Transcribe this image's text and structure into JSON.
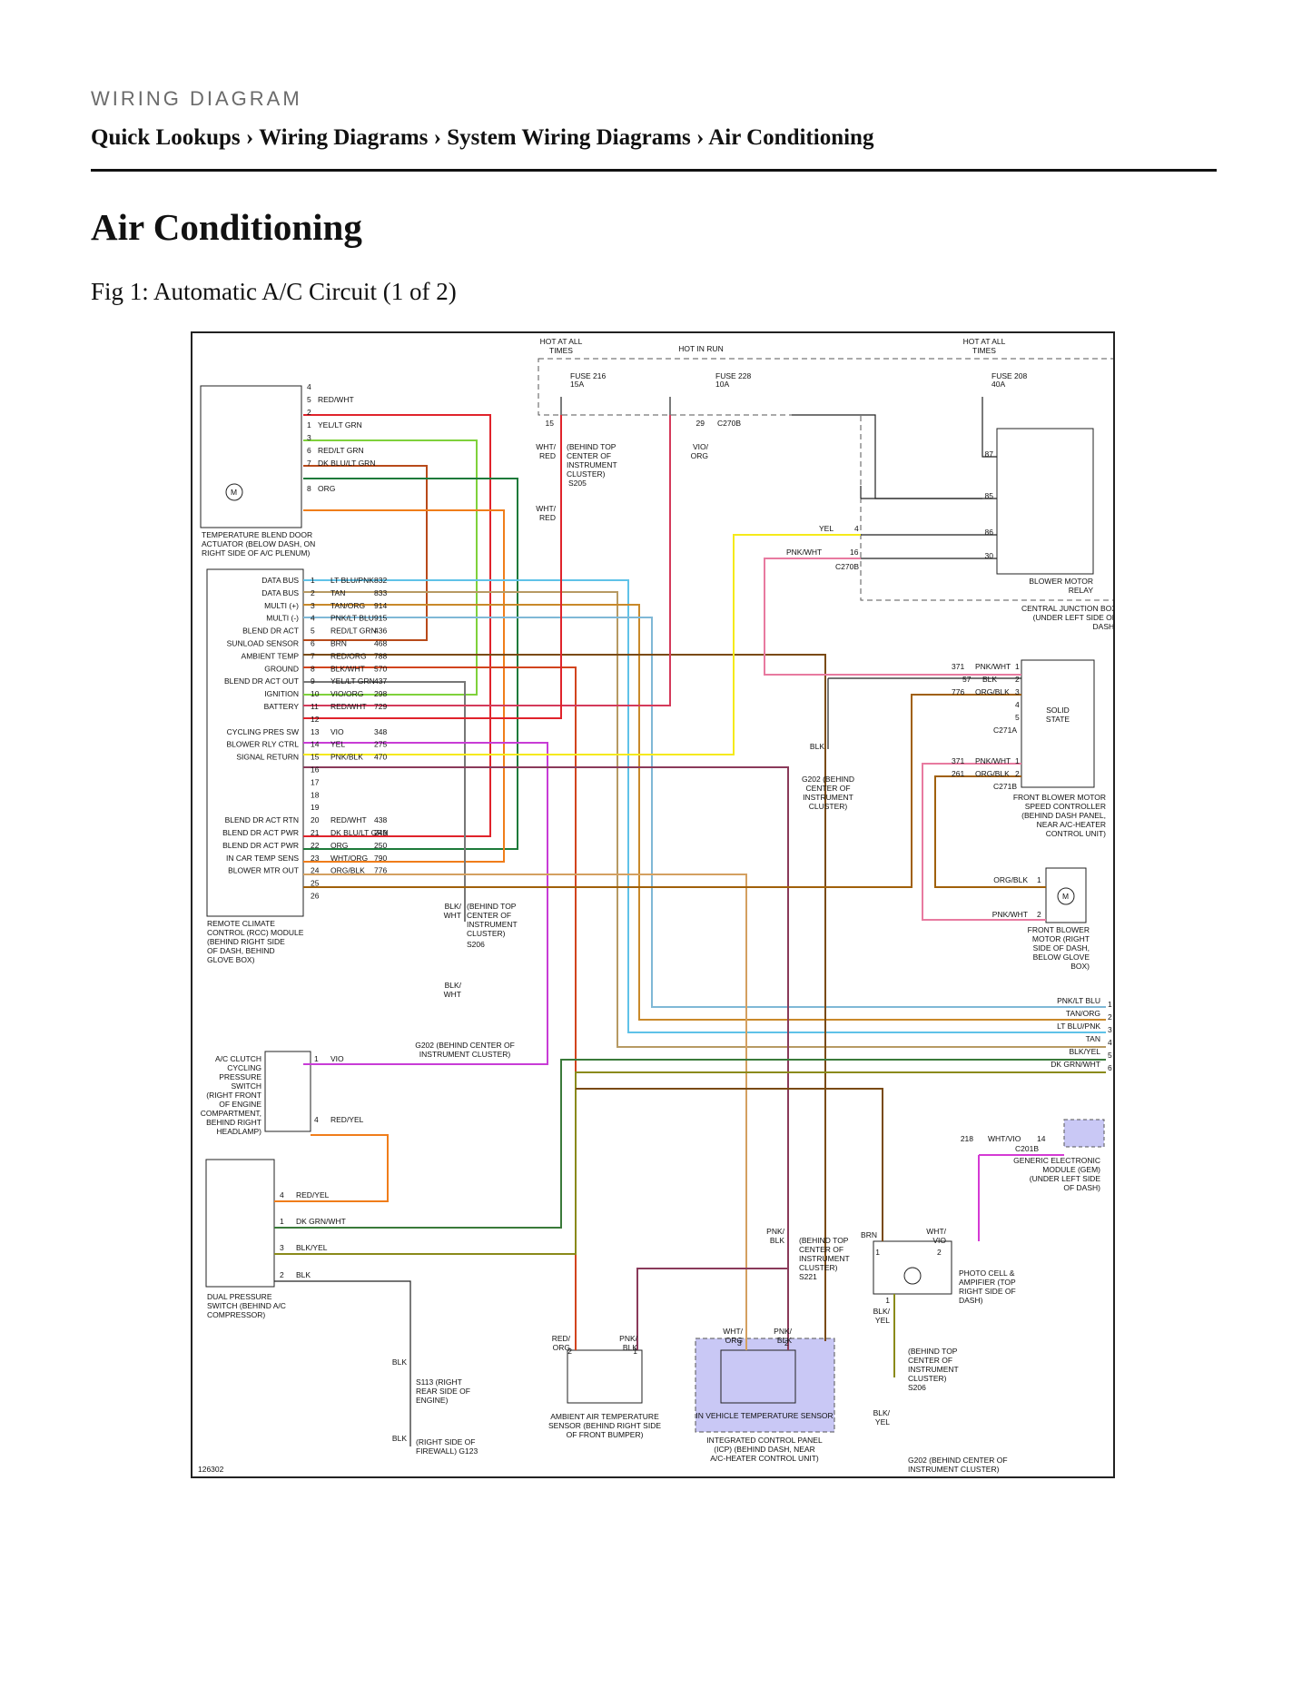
{
  "header": {
    "kicker": "WIRING DIAGRAM",
    "breadcrumb": [
      "Quick Lookups",
      "Wiring Diagrams",
      "System Wiring Diagrams",
      "Air Conditioning"
    ],
    "separator": "›"
  },
  "page_title": "Air Conditioning",
  "figure_caption": "Fig 1: Automatic A/C Circuit (1 of 2)",
  "diagram": {
    "figure_id": "126302",
    "power": {
      "hot_at_all_times_1": "HOT AT ALL TIMES",
      "hot_in_run": "HOT IN RUN",
      "hot_at_all_times_2": "HOT AT ALL TIMES",
      "fuse_216": "FUSE 216",
      "fuse_216_amp": "15A",
      "fuse_228": "FUSE 228",
      "fuse_228_amp": "10A",
      "fuse_208": "FUSE 208",
      "fuse_208_amp": "40A",
      "pin_15": "15",
      "pin_29": "29",
      "c270b": "C270B",
      "wht_red": "WHT/ RED",
      "behind_top_center": "(BEHIND TOP CENTER OF INSTRUMENT CLUSTER)",
      "s205": "S205",
      "vio_org": "VIO/ ORG",
      "wht_red2": "WHT/ RED"
    },
    "temp_actuator": {
      "label": "TEMPERATURE BLEND DOOR ACTUATOR (BELOW DASH, ON RIGHT SIDE OF A/C PLENUM)",
      "pins": [
        {
          "pin": "4",
          "wire": ""
        },
        {
          "pin": "5",
          "wire": "RED/WHT"
        },
        {
          "pin": "2",
          "wire": ""
        },
        {
          "pin": "1",
          "wire": "YEL/LT GRN"
        },
        {
          "pin": "3",
          "wire": ""
        },
        {
          "pin": "6",
          "wire": "RED/LT GRN"
        },
        {
          "pin": "7",
          "wire": "DK BLU/LT GRN"
        },
        {
          "pin": "8",
          "wire": "ORG"
        }
      ]
    },
    "rcc_module": {
      "label": "REMOTE CLIMATE CONTROL (RCC) MODULE (BEHIND RIGHT SIDE OF DASH, BEHIND GLOVE BOX)",
      "pins": [
        {
          "name": "DATA BUS",
          "pin": "1",
          "wire": "LT BLU/PNK",
          "circuit": "832"
        },
        {
          "name": "DATA BUS",
          "pin": "2",
          "wire": "TAN",
          "circuit": "833"
        },
        {
          "name": "MULTI (+)",
          "pin": "3",
          "wire": "TAN/ORG",
          "circuit": "914"
        },
        {
          "name": "MULTI (-)",
          "pin": "4",
          "wire": "PNK/LT BLU",
          "circuit": "915"
        },
        {
          "name": "BLEND DR ACT",
          "pin": "5",
          "wire": "RED/LT GRN",
          "circuit": "436"
        },
        {
          "name": "SUNLOAD SENSOR",
          "pin": "6",
          "wire": "BRN",
          "circuit": "468"
        },
        {
          "name": "AMBIENT TEMP",
          "pin": "7",
          "wire": "RED/ORG",
          "circuit": "788"
        },
        {
          "name": "GROUND",
          "pin": "8",
          "wire": "BLK/WHT",
          "circuit": "570"
        },
        {
          "name": "BLEND DR ACT OUT",
          "pin": "9",
          "wire": "YEL/LT GRN",
          "circuit": "437"
        },
        {
          "name": "IGNITION",
          "pin": "10",
          "wire": "VIO/ORG",
          "circuit": "298"
        },
        {
          "name": "BATTERY",
          "pin": "11",
          "wire": "RED/WHT",
          "circuit": "729"
        },
        {
          "name": "",
          "pin": "12",
          "wire": "",
          "circuit": ""
        },
        {
          "name": "CYCLING PRES SW",
          "pin": "13",
          "wire": "VIO",
          "circuit": "348"
        },
        {
          "name": "BLOWER RLY CTRL",
          "pin": "14",
          "wire": "YEL",
          "circuit": "275"
        },
        {
          "name": "SIGNAL RETURN",
          "pin": "15",
          "wire": "PNK/BLK",
          "circuit": "470"
        },
        {
          "name": "",
          "pin": "16",
          "wire": "",
          "circuit": ""
        },
        {
          "name": "",
          "pin": "17",
          "wire": "",
          "circuit": ""
        },
        {
          "name": "",
          "pin": "18",
          "wire": "",
          "circuit": ""
        },
        {
          "name": "",
          "pin": "19",
          "wire": "",
          "circuit": ""
        },
        {
          "name": "BLEND DR ACT RTN",
          "pin": "20",
          "wire": "RED/WHT",
          "circuit": "438"
        },
        {
          "name": "BLEND DR ACT PWR",
          "pin": "21",
          "wire": "DK BLU/LT GRN",
          "circuit": "249"
        },
        {
          "name": "BLEND DR ACT PWR",
          "pin": "22",
          "wire": "ORG",
          "circuit": "250"
        },
        {
          "name": "IN CAR TEMP SENS",
          "pin": "23",
          "wire": "WHT/ORG",
          "circuit": "790"
        },
        {
          "name": "BLOWER MTR OUT",
          "pin": "24",
          "wire": "ORG/BLK",
          "circuit": "776"
        },
        {
          "name": "",
          "pin": "25",
          "wire": "",
          "circuit": ""
        },
        {
          "name": "",
          "pin": "26",
          "wire": "",
          "circuit": ""
        }
      ]
    },
    "blower_relay": {
      "label": "BLOWER MOTOR RELAY",
      "cjb_label": "CENTRAL JUNCTION BOX (UNDER LEFT SIDE OF DASH)",
      "pins": [
        "87",
        "85",
        "86",
        "30"
      ],
      "yel": "YEL",
      "yel_pin": "4",
      "pnk_wht": "PNK/WHT",
      "pnk_wht_pin": "16",
      "c270b": "C270B"
    },
    "solid_state": {
      "label": "SOLID STATE",
      "c271a": "C271A",
      "c271b": "C271B",
      "speed_label": "FRONT BLOWER MOTOR SPEED CONTROLLER (BEHIND DASH PANEL, NEAR A/C-HEATER CONTROL UNIT)",
      "row1": [
        "371",
        "PNK/WHT",
        "1"
      ],
      "row2": [
        "57",
        "BLK",
        "2"
      ],
      "row3": [
        "776",
        "ORG/BLK",
        "3"
      ],
      "row4": [
        "4"
      ],
      "row5": [
        "5"
      ],
      "rowb1": [
        "371",
        "PNK/WHT",
        "1"
      ],
      "rowb2": [
        "261",
        "ORG/BLK",
        "2"
      ],
      "blk": "BLK",
      "g202": "G202 (BEHIND CENTER OF INSTRUMENT CLUSTER)"
    },
    "front_blower": {
      "label": "FRONT BLOWER MOTOR (RIGHT SIDE OF DASH, BELOW GLOVE BOX)",
      "org_blk": "ORG/BLK",
      "pin1": "1",
      "pnk_wht": "PNK/WHT",
      "pin2": "2"
    },
    "right_bus": [
      {
        "wire": "PNK/LT BLU",
        "pin": "1"
      },
      {
        "wire": "TAN/ORG",
        "pin": "2"
      },
      {
        "wire": "LT BLU/PNK",
        "pin": "3"
      },
      {
        "wire": "TAN",
        "pin": "4"
      },
      {
        "wire": "BLK/YEL",
        "pin": "5"
      },
      {
        "wire": "DK GRN/WHT",
        "pin": "6"
      }
    ],
    "gem": {
      "label": "GENERIC ELECTRONIC MODULE (GEM) (UNDER LEFT SIDE OF DASH)",
      "circuit": "218",
      "wire": "WHT/VIO",
      "pin": "14",
      "connector": "C201B"
    },
    "ground_s206": {
      "blk_wht": "BLK/ WHT",
      "behind": "(BEHIND TOP CENTER OF INSTRUMENT CLUSTER)",
      "s206": "S206",
      "blk_wht2": "BLK/ WHT",
      "g202": "G202 (BEHIND CENTER OF INSTRUMENT CLUSTER)"
    },
    "ac_clutch": {
      "label": "A/C CLUTCH CYCLING PRESSURE SWITCH (RIGHT FRONT OF ENGINE COMPARTMENT, BEHIND RIGHT HEADLAMP)",
      "pin1": "1",
      "vio": "VIO",
      "pin4": "4",
      "red_yel": "RED/YEL"
    },
    "dual_switch": {
      "label": "DUAL PRESSURE SWITCH (BEHIND A/C COMPRESSOR)",
      "pins": [
        {
          "pin": "4",
          "wire": "RED/YEL"
        },
        {
          "pin": "1",
          "wire": "DK GRN/WHT"
        },
        {
          "pin": "3",
          "wire": "BLK/YEL"
        },
        {
          "pin": "2",
          "wire": "BLK"
        }
      ]
    },
    "ground_g123": {
      "blk": "BLK",
      "s113": "S113 (RIGHT REAR SIDE OF ENGINE)",
      "blk2": "BLK",
      "g123": "(RIGHT SIDE OF FIREWALL) G123"
    },
    "ambient_sensor": {
      "label": "AMBIENT AIR TEMPERATURE SENSOR (BEHIND RIGHT SIDE OF FRONT BUMPER)",
      "red_org": "RED/ ORG",
      "pnk_blk": "PNK/ BLK",
      "pin2": "2",
      "pin1": "1"
    },
    "in_vehicle_sensor": {
      "label": "IN VEHICLE TEMPERATURE SENSOR",
      "icp": "INTEGRATED CONTROL PANEL (ICP) (BEHIND DASH, NEAR A/C-HEATER CONTROL UNIT)",
      "wht_org": "WHT/ ORG",
      "pnk_blk": "PNK/ BLK",
      "pin3": "3",
      "pin2": "2",
      "pnk_blk_top": "PNK/ BLK",
      "behind": "(BEHIND TOP CENTER OF INSTRUMENT CLUSTER)",
      "s221": "S221"
    },
    "photocell": {
      "label": "PHOTO CELL & AMPIFIER (TOP RIGHT SIDE OF DASH)",
      "brn": "BRN",
      "wht_vio": "WHT/ VIO",
      "pin1": "1",
      "pin2": "2",
      "pin1b": "1",
      "blk_yel": "BLK/ YEL",
      "behind": "(BEHIND TOP CENTER OF INSTRUMENT CLUSTER)",
      "s206": "S206",
      "blk_yel2": "BLK/ YEL",
      "g202": "G202 (BEHIND CENTER OF INSTRUMENT CLUSTER)"
    },
    "colors": {
      "red_wht": "#e0232b",
      "yel_lt_grn": "#7fd13b",
      "red_lt_grn": "#b84a1a",
      "dk_blu_lt_grn": "#1e7a3a",
      "org": "#f07d1a",
      "lt_blu_pnk": "#5fc2e8",
      "tan": "#b79a63",
      "tan_org": "#c9892a",
      "pnk_lt_blu": "#7fb8d6",
      "brn": "#7a4a10",
      "red_org": "#d2441e",
      "blk_wht": "#777777",
      "vio_org": "#d43a5a",
      "vio": "#c83cd6",
      "yel": "#f5ea1a",
      "pnk_blk": "#8a3a5a",
      "wht_org": "#d4a060",
      "org_blk": "#a0600a",
      "pnk_wht": "#e87aa0",
      "blk_yel": "#8a8a1a",
      "dk_grn_wht": "#3a7a3a",
      "wht_vio": "#d43ad4",
      "highlight": "#c9c8f5"
    }
  }
}
